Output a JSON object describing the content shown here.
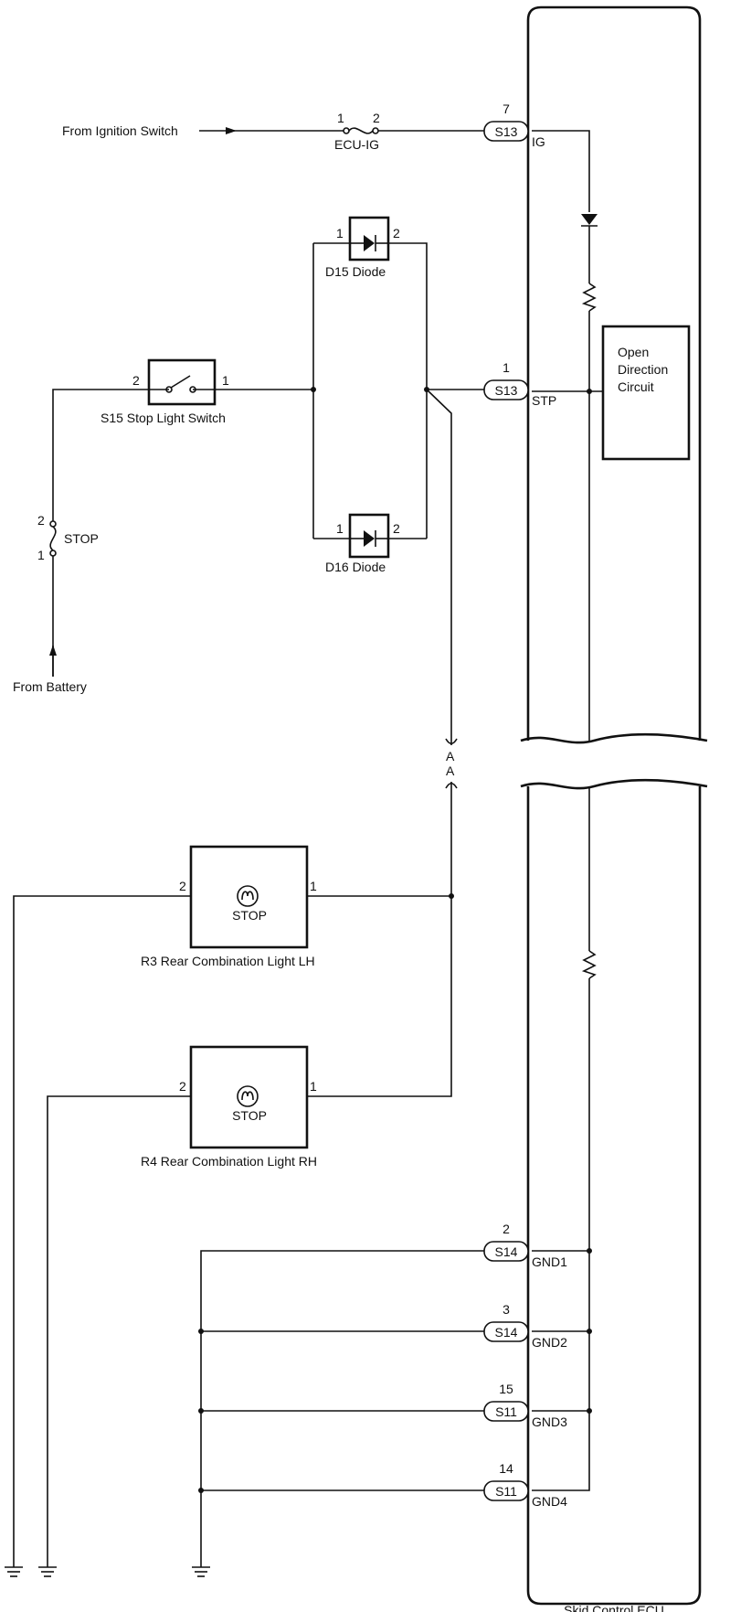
{
  "sources": {
    "ignition": "From Ignition Switch",
    "battery": "From Battery"
  },
  "fuses": {
    "ecu_ig": {
      "name": "ECU-IG",
      "pin1": "1",
      "pin2": "2"
    },
    "stop": {
      "name": "STOP",
      "pin1": "1",
      "pin2": "2"
    }
  },
  "stop_switch": {
    "label": "S15   Stop Light Switch",
    "pin_left": "2",
    "pin_right": "1"
  },
  "diodes": {
    "d15": {
      "label": "D15   Diode",
      "pin1": "1",
      "pin2": "2"
    },
    "d16": {
      "label": "D16   Diode",
      "pin1": "1",
      "pin2": "2"
    }
  },
  "lights": {
    "lh": {
      "label": "R3    Rear Combination Light LH",
      "bulb": "STOP",
      "pin_left": "2",
      "pin_right": "1"
    },
    "rh": {
      "label": "R4    Rear Combination Light RH",
      "bulb": "STOP",
      "pin_left": "2",
      "pin_right": "1"
    }
  },
  "continuation": {
    "top": "A",
    "bottom": "A"
  },
  "ecu": {
    "title": "Skid Control ECU",
    "circuit_lines": [
      "Open",
      "Direction",
      "Circuit"
    ],
    "terminals": [
      {
        "connector": "S13",
        "pin": "7",
        "name": "IG"
      },
      {
        "connector": "S13",
        "pin": "1",
        "name": "STP"
      },
      {
        "connector": "S14",
        "pin": "2",
        "name": "GND1"
      },
      {
        "connector": "S14",
        "pin": "3",
        "name": "GND2"
      },
      {
        "connector": "S11",
        "pin": "15",
        "name": "GND3"
      },
      {
        "connector": "S11",
        "pin": "14",
        "name": "GND4"
      }
    ]
  }
}
